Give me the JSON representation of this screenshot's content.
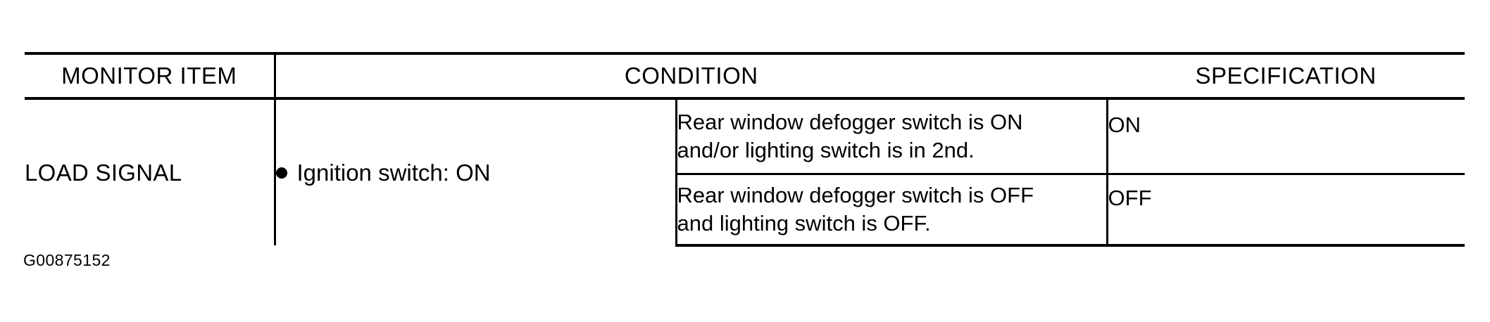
{
  "table": {
    "headers": {
      "monitor_item": "MONITOR ITEM",
      "condition": "CONDITION",
      "specification": "SPECIFICATION"
    },
    "monitor_item": "LOAD SIGNAL",
    "condition_main": "Ignition switch: ON",
    "bullet_glyph": "bullet-dot",
    "rows": [
      {
        "condition_line_1": "Rear window defogger switch is ON",
        "condition_line_2": "and/or lighting switch is in 2nd.",
        "specification": "ON"
      },
      {
        "condition_line_1": "Rear window defogger switch is OFF",
        "condition_line_2": "and lighting switch is OFF.",
        "specification": "OFF"
      }
    ]
  },
  "figure_code": "G00875152",
  "colors": {
    "ink": "#000000",
    "paper": "#ffffff"
  }
}
